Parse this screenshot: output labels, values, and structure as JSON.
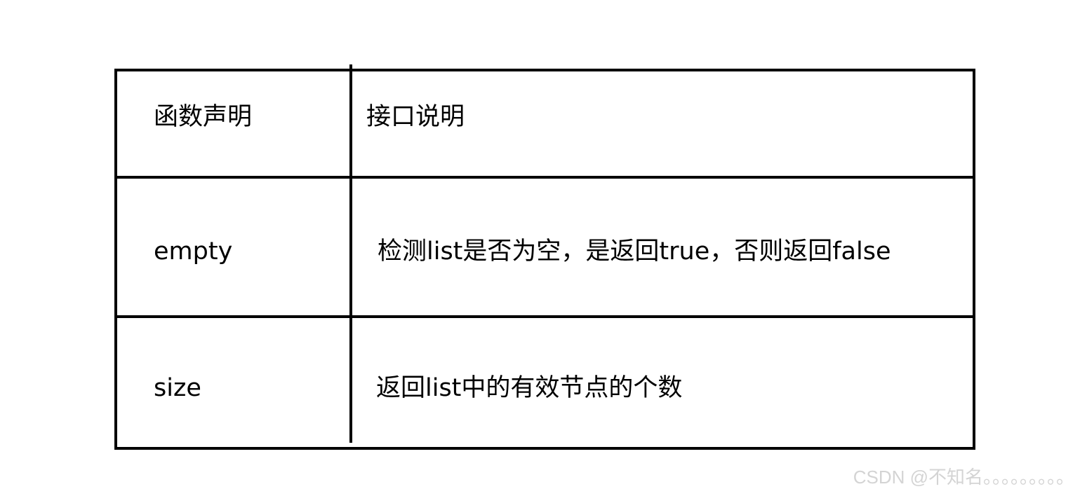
{
  "table": {
    "header": {
      "col1": "函数声明",
      "col2": "接口说明"
    },
    "rows": [
      {
        "name": "empty",
        "description": "检测list是否为空，是返回true，否则返回false"
      },
      {
        "name": "size",
        "description": "返回list中的有效节点的个数"
      }
    ]
  },
  "watermark": "CSDN @不知名。。。。。。。。。"
}
